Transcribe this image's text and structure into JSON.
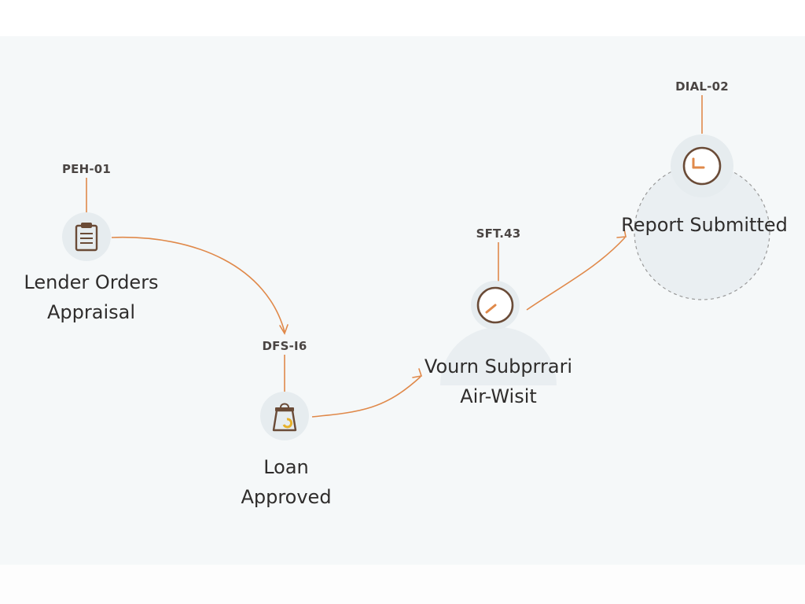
{
  "diagram": {
    "accent_color": "#e0894a",
    "icon_color": "#6a4b37",
    "nodes": [
      {
        "code": "PEH-01",
        "label_lines": [
          "Lender Orders",
          "Appraisal"
        ],
        "icon": "clipboard-icon"
      },
      {
        "code": "DFS-I6",
        "label_lines": [
          "Loan",
          "Approved"
        ],
        "icon": "bag-icon"
      },
      {
        "code": "SFT.43",
        "label_lines": [
          "Vourn Subprrari",
          "Air-Wisit"
        ],
        "icon": "gauge-icon"
      },
      {
        "code": "DIAL-02",
        "label_lines": [
          "Report Submitted"
        ],
        "icon": "clock-icon"
      }
    ]
  }
}
